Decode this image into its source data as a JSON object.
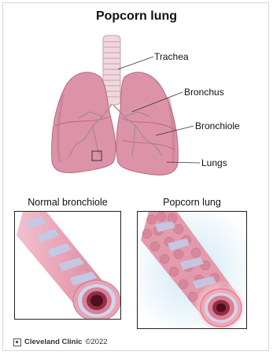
{
  "title": "Popcorn lung",
  "labels": {
    "trachea": "Trachea",
    "bronchus": "Bronchus",
    "bronchiole": "Bronchiole",
    "lungs": "Lungs"
  },
  "panels": {
    "normal": "Normal bronchiole",
    "popcorn": "Popcorn lung"
  },
  "footer": {
    "brand": "Cleveland Clinic",
    "copyright": "©2022"
  },
  "colors": {
    "lung": "#dc93a8",
    "lung_dark": "#c27089",
    "trachea": "#f1d6dc",
    "tube_pink": "#e9a3b5",
    "tube_blue": "#bfc8e4",
    "inflamed_glow": "#d8ecf7"
  }
}
